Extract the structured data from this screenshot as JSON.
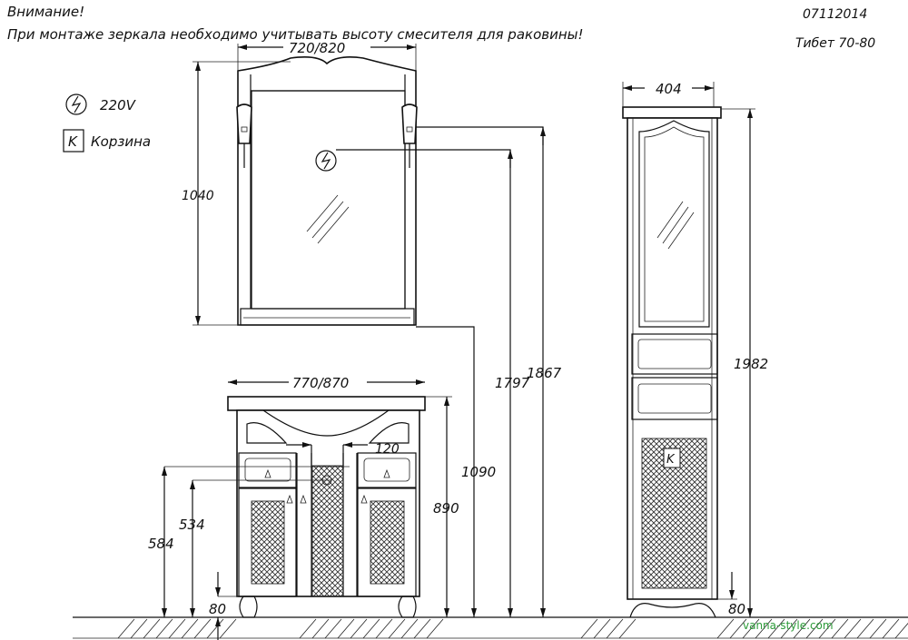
{
  "header": {
    "warning_title": "Внимание!",
    "warning_text": "При монтаже зеркала необходимо учитывать высоту смесителя для раковины!",
    "doc_code": "07112014",
    "model": "Тибет  70-80"
  },
  "legend": {
    "power_label": "220V",
    "basket_symbol": "K",
    "basket_label": "Корзина"
  },
  "dimensions": {
    "mirror_width": "720/820",
    "mirror_height": "1040",
    "vanity_width": "770/870",
    "vanity_height": "890",
    "drain_offset": "120",
    "height_1090": "1090",
    "height_1797": "1797",
    "height_1867": "1867",
    "height_584": "584",
    "height_534": "534",
    "leg_height_vanity": "80",
    "cabinet_width": "404",
    "cabinet_height": "1982",
    "leg_height_cabinet": "80"
  },
  "watermark": "vanna-style.com",
  "colors": {
    "line": "#111111",
    "watermark": "#2e9b3a"
  }
}
